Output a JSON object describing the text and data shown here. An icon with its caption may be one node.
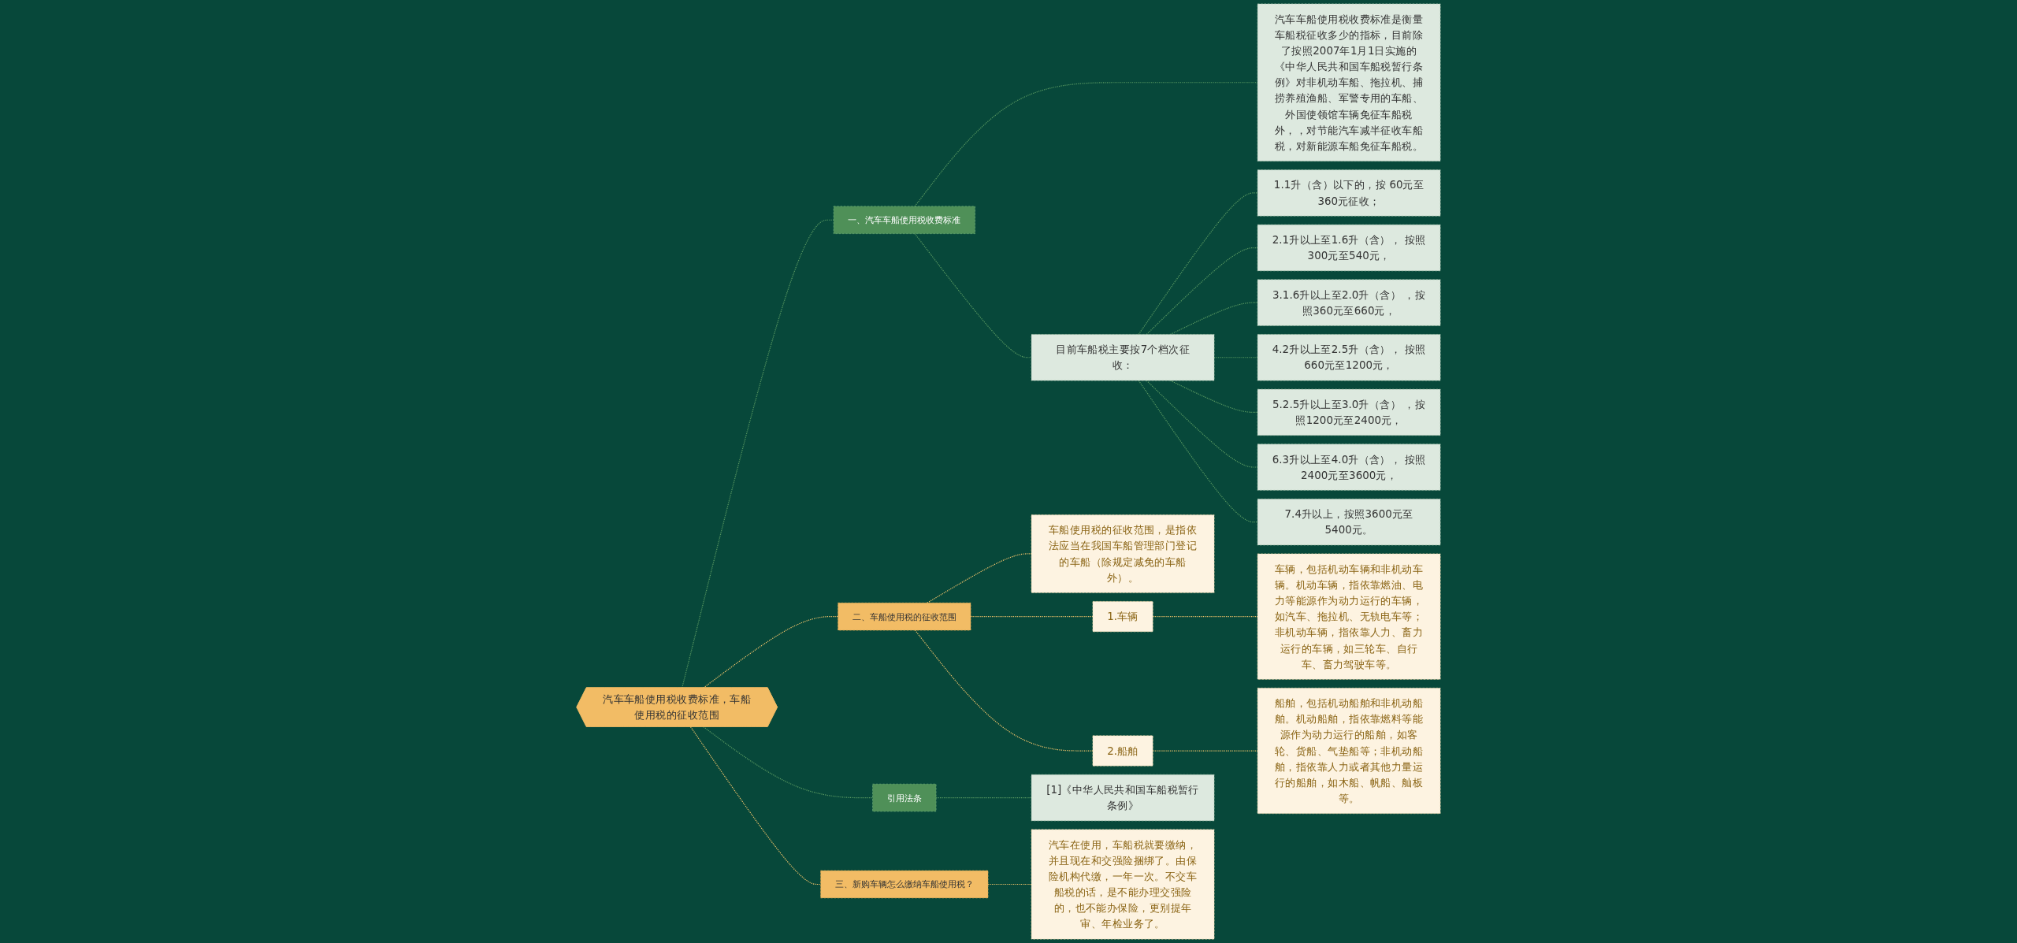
{
  "diagram": {
    "nodes": [
      {
        "text": [
          "汽车车船使用税收费标准，车船使用税的征收范围"
        ]
      },
      {
        "text": [
          "一、汽车车船使用税收费标准"
        ]
      },
      {
        "text": [
          "汽车车船使用税收费标准是衡量车船税征收多少的指标，目前除了按照2007年1月1日实施的《中华人民共和国车船税暂行条例》对非机动车船、拖拉机、捕捞养殖渔船、军警专用的车船、外国使领馆车辆免征车船税外，，对节能汽车减半征收车船税，对新能源车船免征车船税。"
        ]
      },
      {
        "text": [
          "目前车船税主要按7个档次征收："
        ]
      },
      {
        "text": [
          "1.1升（含）以下的，按 60元至360元征收；"
        ]
      },
      {
        "text": [
          "2.1升以上至1.6升（含）， 按照300元至540元，"
        ]
      },
      {
        "text": [
          "3.1.6升以上至2.0升（含） ，按照360元至660元，"
        ]
      },
      {
        "text": [
          "4.2升以上至2.5升（含）， 按照660元至1200元，"
        ]
      },
      {
        "text": [
          "5.2.5升以上至3.0升（含） ，按照1200元至2400元，"
        ]
      },
      {
        "text": [
          "6.3升以上至4.0升（含）， 按照2400元至3600元，"
        ]
      },
      {
        "text": [
          "7.4升以上，按照3600元至5400元。"
        ]
      },
      {
        "text": [
          "二、车船使用税的征收范围"
        ]
      },
      {
        "text": [
          "车船使用税的征收范围，是指依法应当在我国车船管理部门登记的车船（除规定减免的车船外）。"
        ]
      },
      {
        "text": [
          "1.车辆"
        ]
      },
      {
        "text": [
          "车辆，包括机动车辆和非机动车辆。机动车辆，指依靠燃油、电力等能源作为动力运行的车辆，如汽车、拖拉机、无轨电车等；非机动车辆，指依靠人力、畜力运行的车辆，如三轮车、自行车、畜力驾驶车等。"
        ]
      },
      {
        "text": [
          "2.船舶"
        ]
      },
      {
        "text": [
          "船舶，包括机动船舶和非机动船舶。机动船舶，指依靠燃料等能源作为动力运行的船舶，如客轮、货船、气垫船等；非机动船舶，指依靠人力或者其他力量运行的船舶，如木船、帆船、舢板等。"
        ]
      },
      {
        "text": [
          "引用法条"
        ]
      },
      {
        "text": [
          "[1]《中华人民共和国车船税暂行条例》"
        ]
      },
      {
        "text": [
          "三、新购车辆怎么缴纳车船使用税？"
        ]
      },
      {
        "text": [
          "汽车在使用，车船税就要缴纳，并且现在和交强险捆绑了。由保险机构代缴，一年一次。不交车船税的话，是不能办理交强险的，也不能办保险，更别提年审、年检业务了。"
        ]
      }
    ],
    "edges": [
      {
        "from": 0,
        "to": 1,
        "arrow": "none",
        "style": "dashed"
      },
      {
        "from": 1,
        "to": 2,
        "arrow": "none",
        "style": "dashed"
      },
      {
        "from": 1,
        "to": 3,
        "arrow": "none",
        "style": "dashed"
      },
      {
        "from": 3,
        "to": 4,
        "arrow": "none",
        "style": "dashed"
      },
      {
        "from": 3,
        "to": 5,
        "arrow": "none",
        "style": "dashed"
      },
      {
        "from": 3,
        "to": 6,
        "arrow": "none",
        "style": "dashed"
      },
      {
        "from": 3,
        "to": 7,
        "arrow": "none",
        "style": "dashed"
      },
      {
        "from": 3,
        "to": 8,
        "arrow": "none",
        "style": "dashed"
      },
      {
        "from": 3,
        "to": 9,
        "arrow": "none",
        "style": "dashed"
      },
      {
        "from": 3,
        "to": 10,
        "arrow": "none",
        "style": "dashed"
      },
      {
        "from": 0,
        "to": 11,
        "arrow": "none",
        "style": "dashed",
        "color": "#f2c46b"
      },
      {
        "from": 11,
        "to": 12,
        "arrow": "none",
        "style": "dashed",
        "color": "#f2c46b"
      },
      {
        "from": 11,
        "to": 13,
        "arrow": "none",
        "style": "dashed",
        "color": "#f2c46b"
      },
      {
        "from": 13,
        "to": 14,
        "arrow": "none",
        "style": "dashed",
        "color": "#f2c46b"
      },
      {
        "from": 11,
        "to": 15,
        "arrow": "none",
        "style": "dashed",
        "color": "#f2c46b"
      },
      {
        "from": 15,
        "to": 16,
        "arrow": "none",
        "style": "dashed",
        "color": "#f2c46b"
      },
      {
        "from": 0,
        "to": 17,
        "arrow": "none",
        "style": "dashed"
      },
      {
        "from": 17,
        "to": 18,
        "arrow": "none",
        "style": "dashed"
      },
      {
        "from": 0,
        "to": 19,
        "arrow": "none",
        "style": "dashed",
        "color": "#f2c46b"
      },
      {
        "from": 19,
        "to": 20,
        "arrow": "none",
        "style": "dashed",
        "color": "#f2c46b"
      }
    ]
  }
}
